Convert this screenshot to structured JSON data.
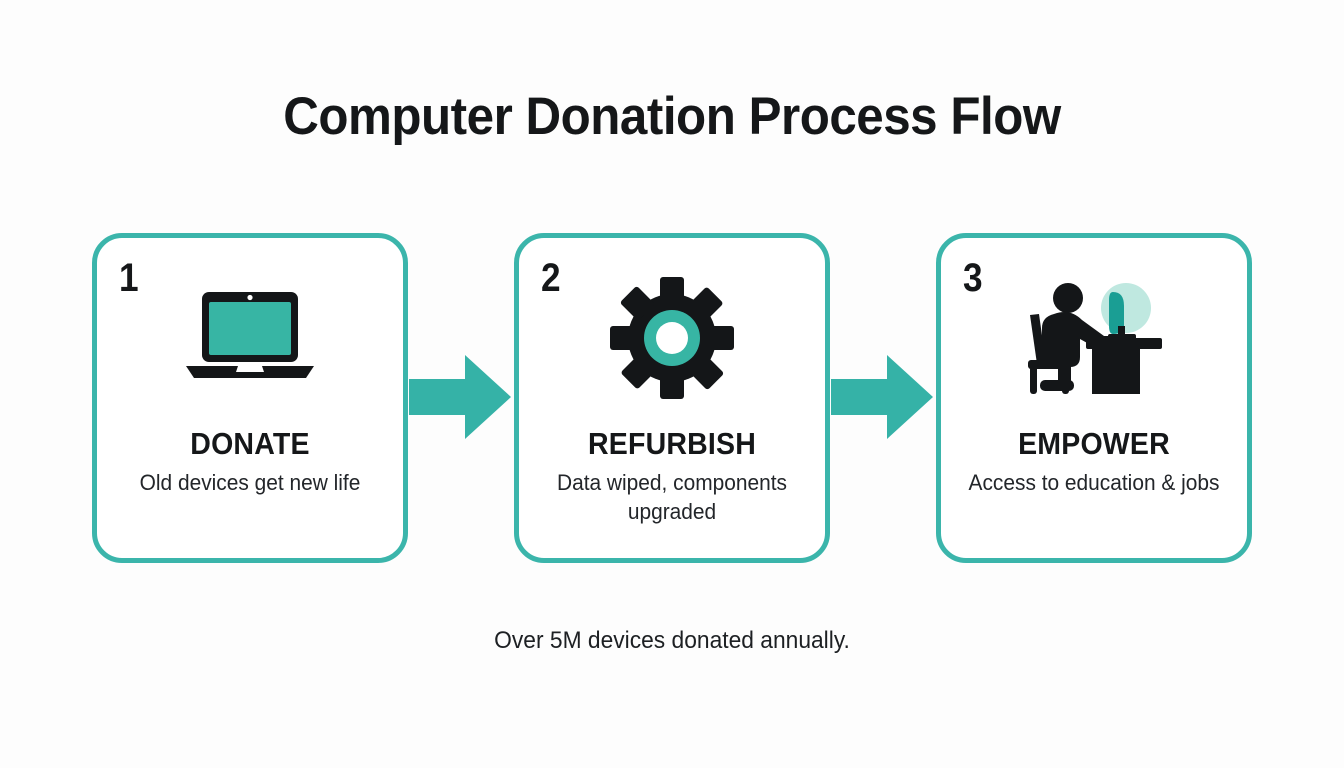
{
  "page": {
    "title": "Computer Donation Process Flow",
    "footnote": "Over 5M devices donated annually.",
    "background_color": "#fdfdfd",
    "accent_color": "#3bb5ab",
    "accent_light_color": "#b9e7e0",
    "dark_color": "#151719"
  },
  "steps": [
    {
      "number": "1",
      "title": "DONATE",
      "description": "Old devices get new life",
      "icon": "laptop-icon"
    },
    {
      "number": "2",
      "title": "REFURBISH",
      "description": "Data wiped, components upgraded",
      "icon": "gear-icon"
    },
    {
      "number": "3",
      "title": "EMPOWER",
      "description": "Access to education & jobs",
      "icon": "person-at-desk-icon"
    }
  ],
  "connectors": [
    {
      "name": "arrow-right-icon",
      "from": "1",
      "to": "2"
    },
    {
      "name": "arrow-right-icon",
      "from": "2",
      "to": "3"
    }
  ]
}
